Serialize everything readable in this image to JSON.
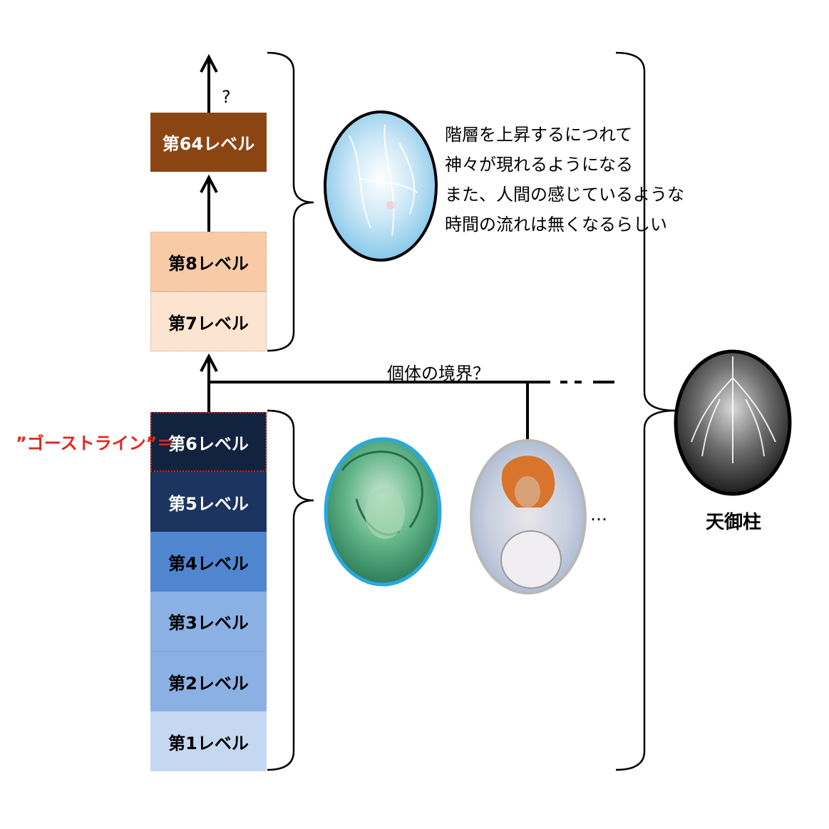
{
  "levels": {
    "l64": {
      "label": "第64レベル",
      "color": "#8b4513",
      "text_color": "#ffffff"
    },
    "l8": {
      "label": "第8レベル",
      "color": "#f8cba6",
      "text_color": "#000000"
    },
    "l7": {
      "label": "第7レベル",
      "color": "#fce4d1",
      "text_color": "#000000"
    },
    "l6": {
      "label": "第6レベル",
      "color": "#11233e",
      "text_color": "#ffffff"
    },
    "l5": {
      "label": "第5レベル",
      "color": "#1c3460",
      "text_color": "#ffffff"
    },
    "l4": {
      "label": "第4レベル",
      "color": "#4f86cf",
      "text_color": "#000000"
    },
    "l3": {
      "label": "第3レベル",
      "color": "#8bb0e3",
      "text_color": "#000000"
    },
    "l2": {
      "label": "第2レベル",
      "color": "#8bb0e3",
      "text_color": "#000000"
    },
    "l1": {
      "label": "第1レベル",
      "color": "#c5d8f1",
      "text_color": "#000000"
    }
  },
  "labels": {
    "question_top": "?",
    "boundary": "個体の境界？",
    "ghost_line": "”ゴーストライン”＝",
    "ellipsis": "…",
    "pillar": "天御柱"
  },
  "description_lines": [
    "階層を上昇するにつれて",
    "神々が現れるようになる",
    "また、人間の感じているような",
    "時間の流れは無くなるらしい"
  ],
  "colors": {
    "ghost_red": "#e8231a",
    "ghost_outline": "#d9231a",
    "green_ring": "#29a8e0",
    "grey_ring": "#b8b8b8"
  }
}
